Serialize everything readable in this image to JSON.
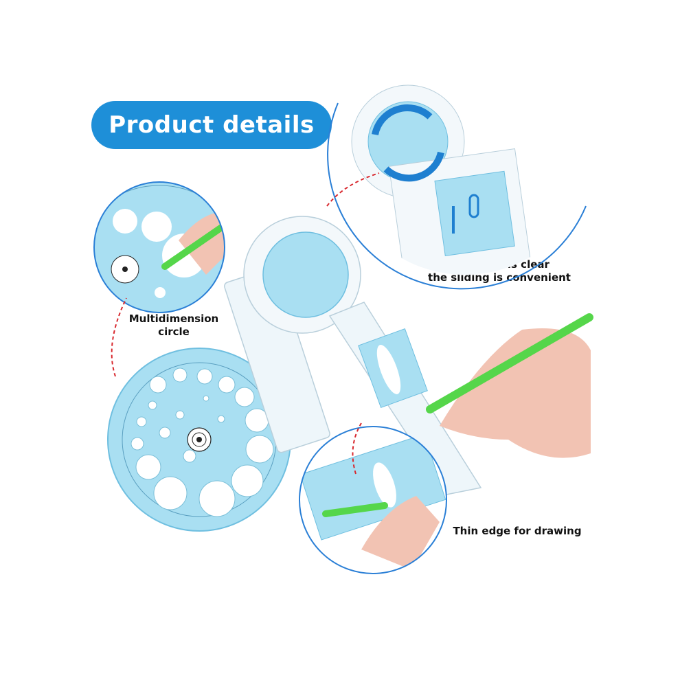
{
  "header": {
    "title": "Product details"
  },
  "captions": {
    "multidimension": [
      "Multidimension",
      "circle"
    ],
    "scale": [
      "The scale is clear",
      "the sliding is convenient"
    ],
    "thin_edge": "Thin edge for drawing"
  },
  "colors": {
    "accent_blue": "#1e8fd8",
    "ruler_blue": "#8fd3ee",
    "pencil_green": "#55d64a",
    "arrow_red": "#d8282e",
    "zoom_ring_blue": "#2a7fd6"
  },
  "icons": [
    "rotate-arrows-icon",
    "swipe-hand-icon",
    "dashed-curved-arrow-icon"
  ]
}
